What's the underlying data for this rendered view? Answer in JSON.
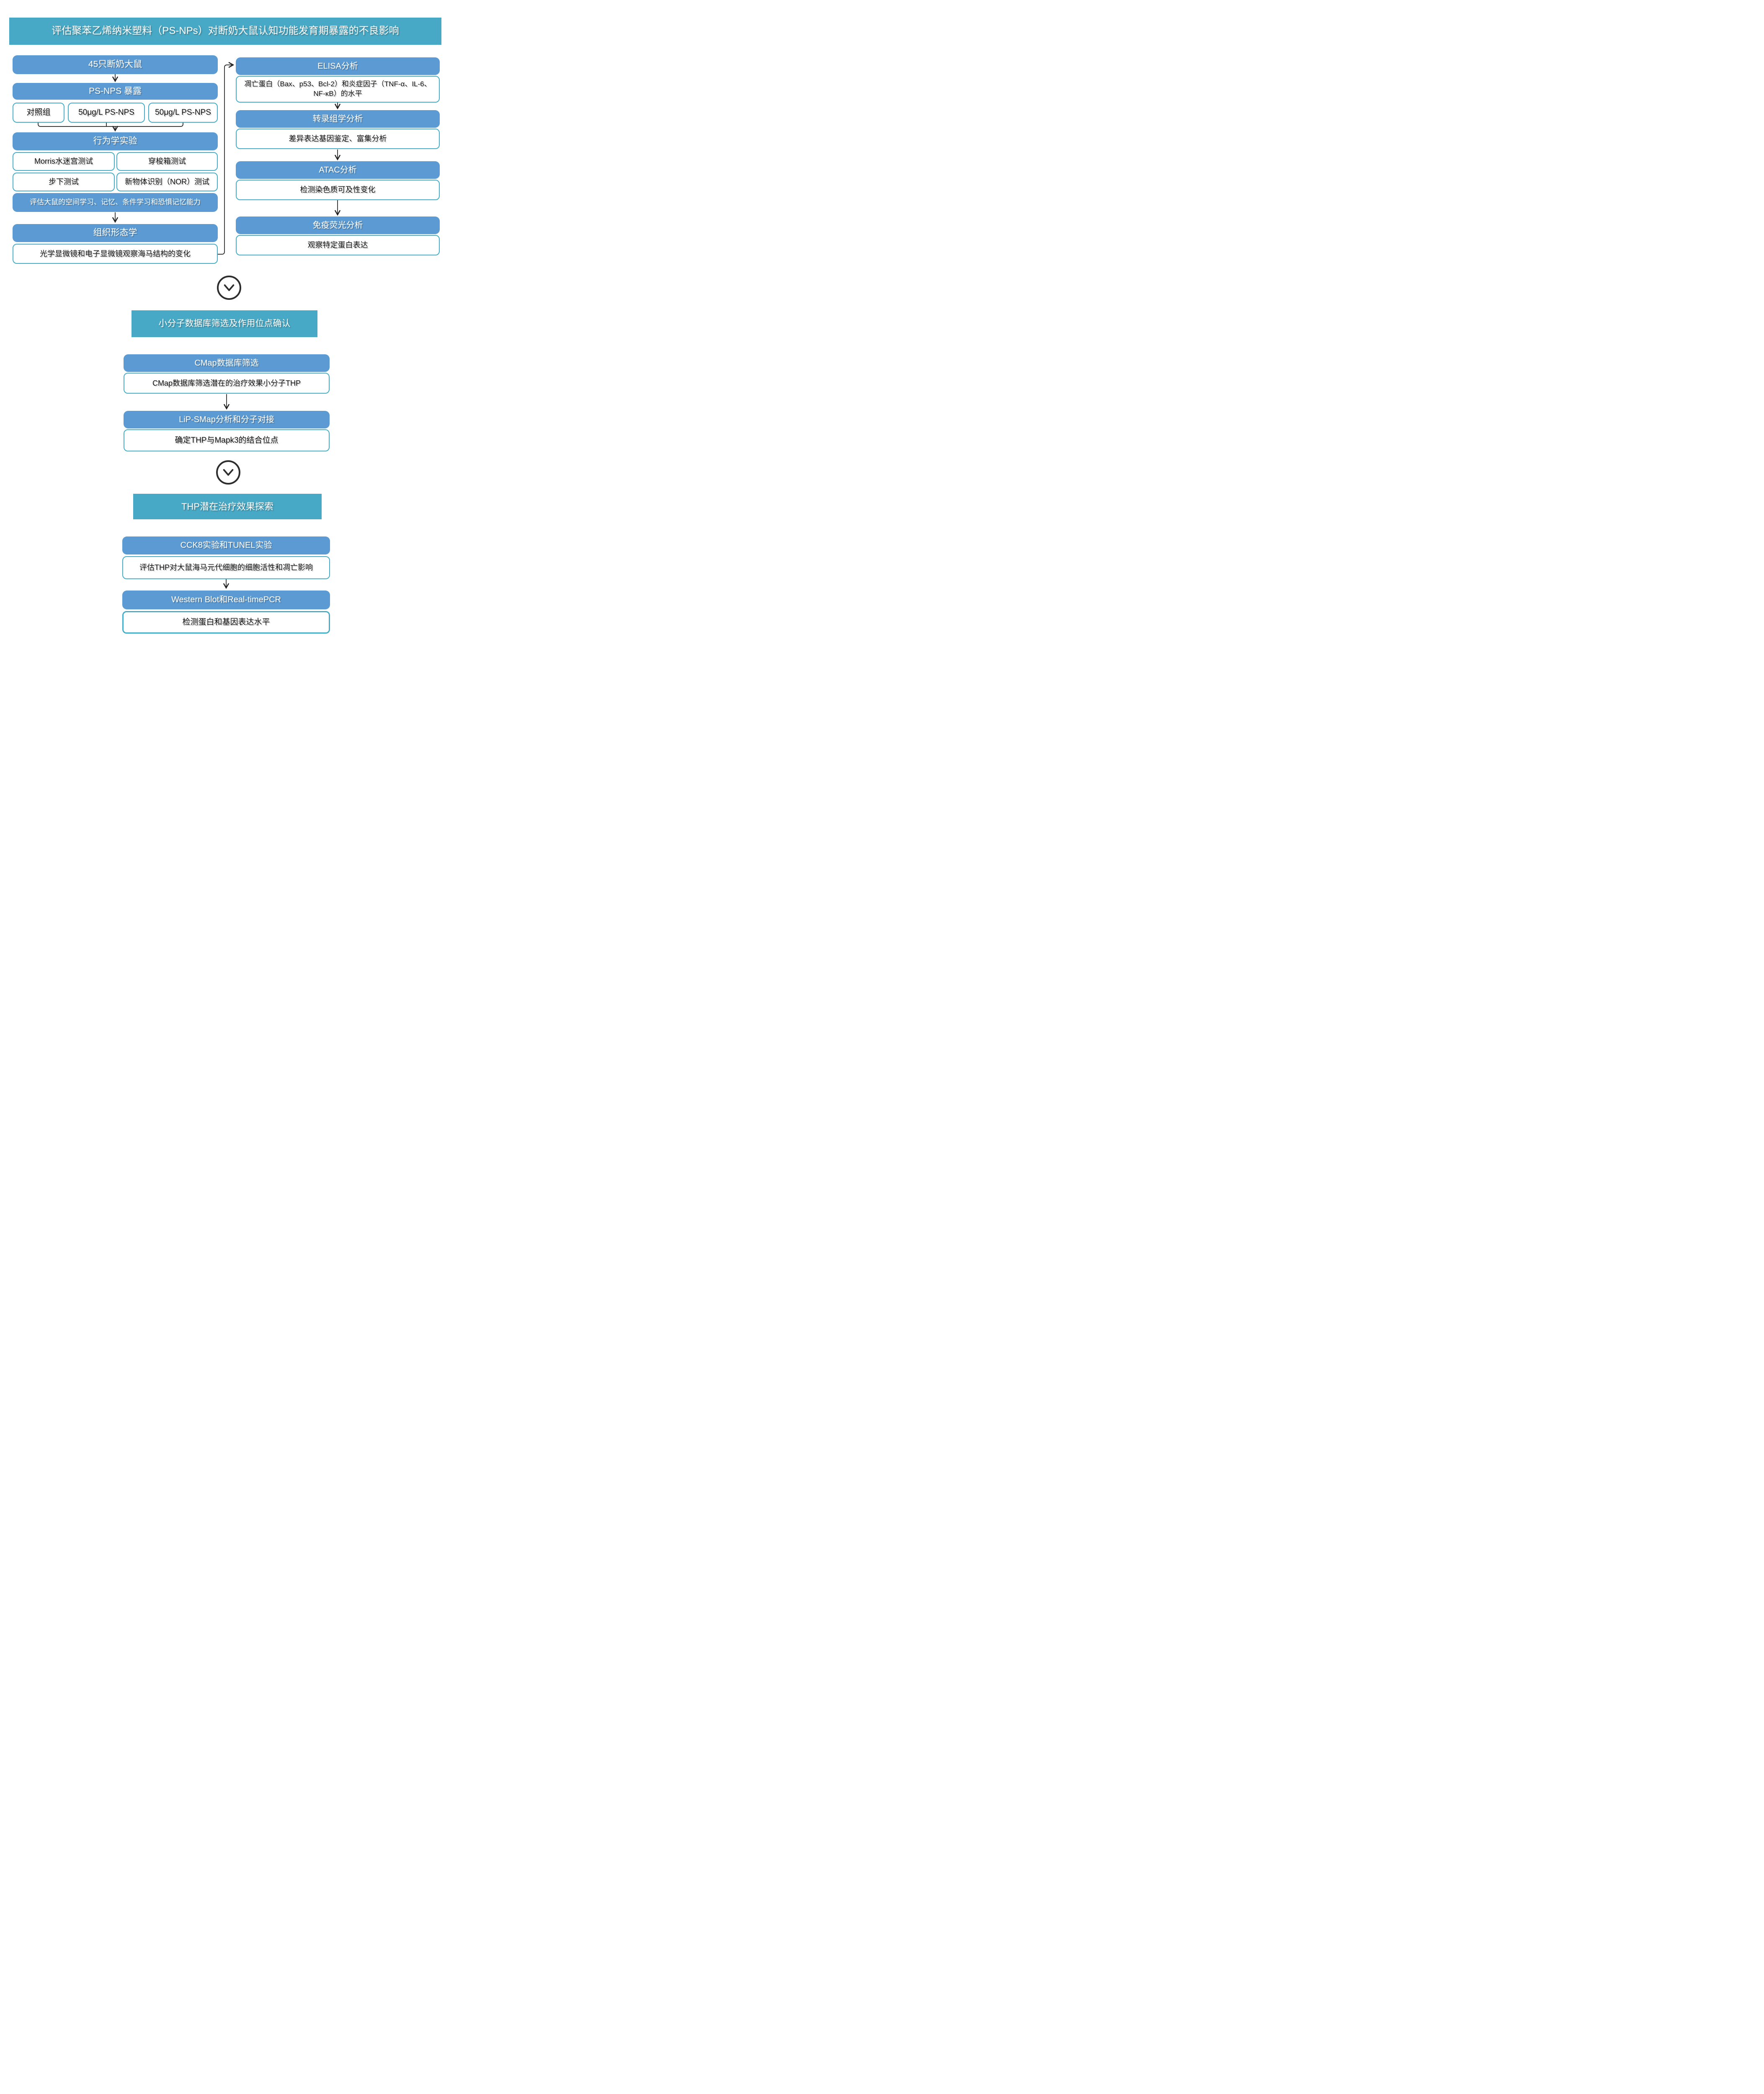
{
  "colors": {
    "teal": "#47a9c6",
    "blue": "#5b9ad2",
    "border": "#4aaec9",
    "ink": "#111111",
    "line": "#1f1f1f"
  },
  "title": "评估聚苯乙烯纳米塑料（PS-NPs）对断奶大鼠认知功能发育期暴露的不良影响",
  "left_column": {
    "box_rats": "45只断奶大鼠",
    "box_exposure": "PS-NPS 暴露",
    "groups": [
      "对照组",
      "50μg/L PS-NPS",
      "50μg/L PS-NPS"
    ],
    "box_behavior": "行为学实验",
    "tests": [
      "Morris水迷宫测试",
      "穿梭箱测试",
      "步下测试",
      "新物体识别（NOR）测试"
    ],
    "behavior_note": "评估大鼠的空间学习、记忆、条件学习和恐惧记忆能力",
    "box_histology": "组织形态学",
    "histology_note": "光学显微镜和电子显微镜观察海马结构的变化"
  },
  "right_column": {
    "steps": [
      {
        "title": "ELISA分析",
        "desc": "凋亡蛋白（Bax、p53、Bcl-2）和炎症因子（TNF-α、IL-6、NF-κB）的水平"
      },
      {
        "title": "转录组学分析",
        "desc": "差异表达基因鉴定、富集分析"
      },
      {
        "title": "ATAC分析",
        "desc": "检测染色质可及性变化"
      },
      {
        "title": "免疫荧光分析",
        "desc": "观察特定蛋白表达"
      }
    ]
  },
  "section_molecule": {
    "banner": "小分子数据库筛选及作用位点确认",
    "steps": [
      {
        "title": "CMap数据库筛选",
        "desc": "CMap数据库筛选潜在的治疗效果小分子THP"
      },
      {
        "title": "LiP-SMap分析和分子对接",
        "desc": "确定THP与Mapk3的结合位点"
      }
    ]
  },
  "section_thp": {
    "banner": "THP潜在治疗效果探索",
    "steps": [
      {
        "title": "CCK8实验和TUNEL实验",
        "desc": "评估THP对大鼠海马元代细胞的细胞活性和凋亡影响"
      },
      {
        "title": "Western Blot和Real-timePCR",
        "desc": "检测蛋白和基因表达水平"
      }
    ]
  }
}
